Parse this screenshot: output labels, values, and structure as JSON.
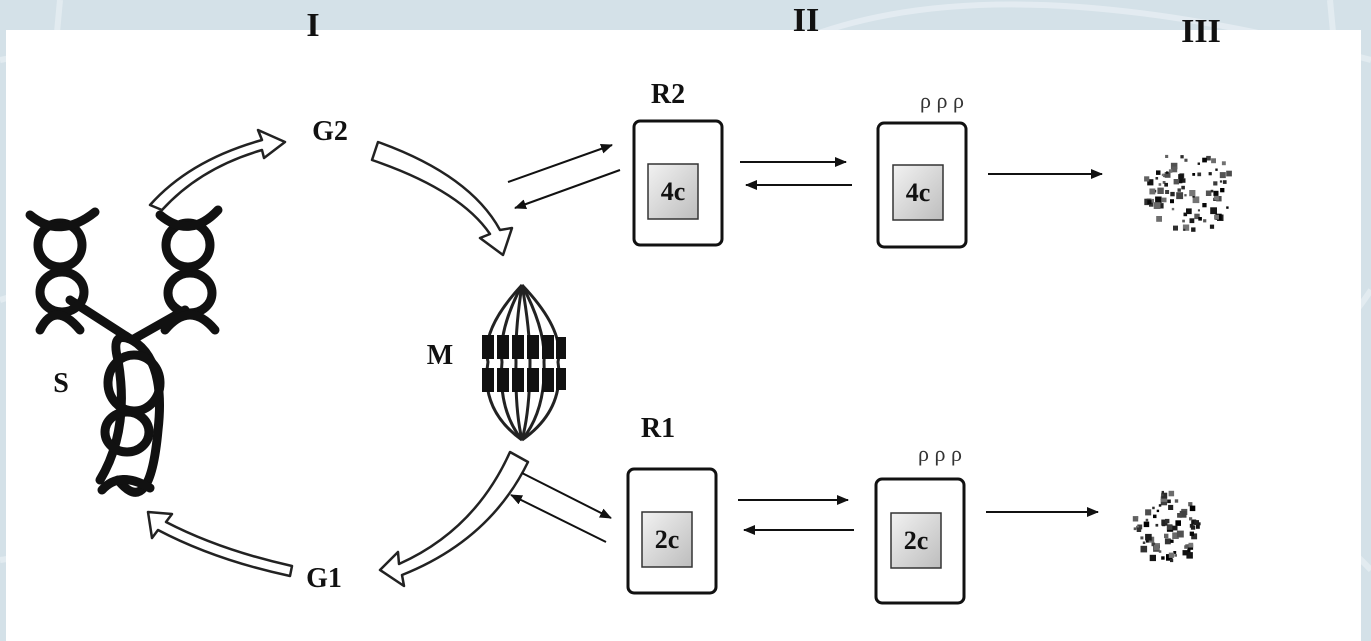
{
  "columns": {
    "col1": "I",
    "col2": "II",
    "col3": "III"
  },
  "phases": {
    "s": "S",
    "g2": "G2",
    "m": "M",
    "g1": "G1"
  },
  "states": {
    "upper": "R2",
    "lower": "R1"
  },
  "dna_content": {
    "upper_left": "4c",
    "upper_right": "4c",
    "lower_left": "2c",
    "lower_right": "2c"
  },
  "marks": {
    "upper": "ρ ρ ρ",
    "lower": "ρ ρ ρ"
  },
  "colors": {
    "background_texture": "#c9d8e1",
    "ink": "#111111",
    "dna_box_fill": "#d9d9d9"
  }
}
